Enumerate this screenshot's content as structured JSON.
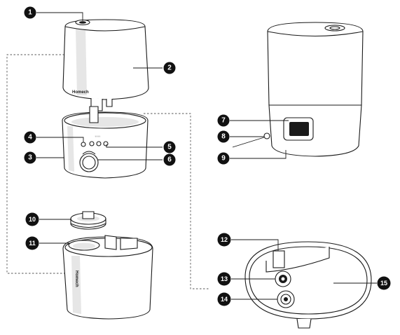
{
  "brand_label": "Homech",
  "panel_icons_label": "↑↑↑↑",
  "callouts": [
    {
      "n": "1"
    },
    {
      "n": "2"
    },
    {
      "n": "3"
    },
    {
      "n": "4"
    },
    {
      "n": "5"
    },
    {
      "n": "6"
    },
    {
      "n": "7"
    },
    {
      "n": "8"
    },
    {
      "n": "9"
    },
    {
      "n": "10"
    },
    {
      "n": "11"
    },
    {
      "n": "12"
    },
    {
      "n": "13"
    },
    {
      "n": "14"
    },
    {
      "n": "15"
    }
  ]
}
